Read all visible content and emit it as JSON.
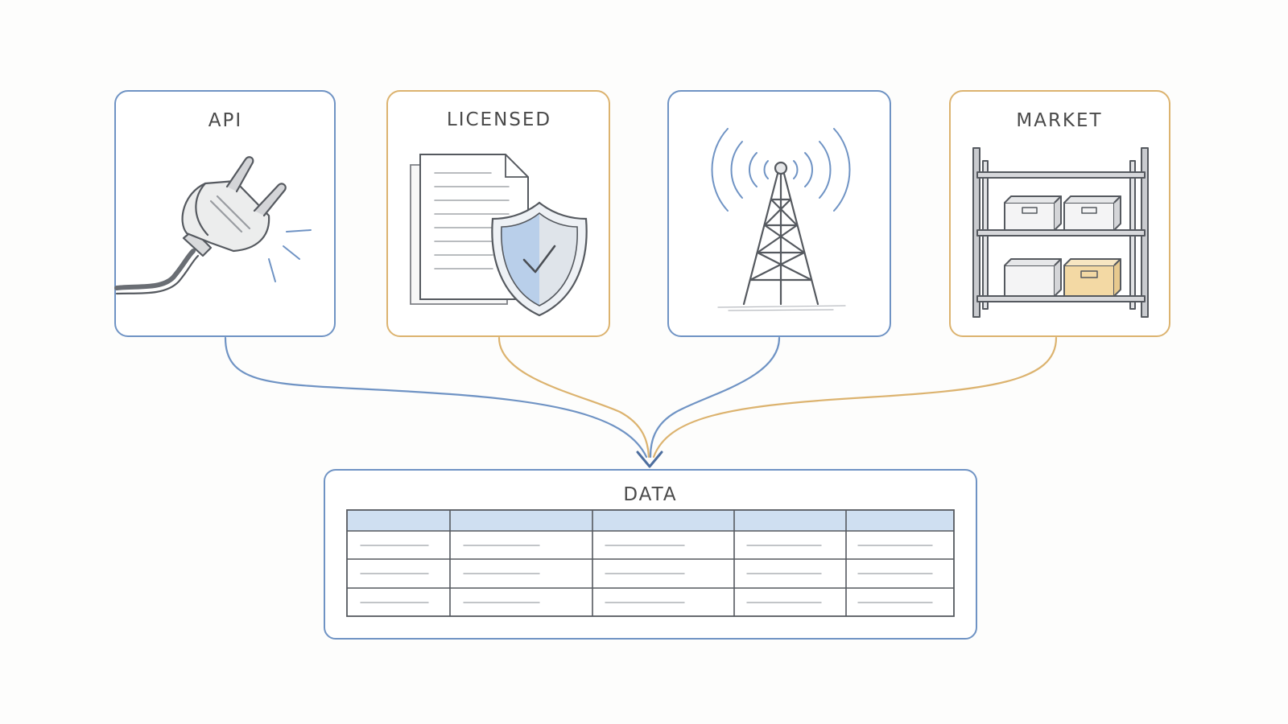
{
  "colors": {
    "blue": "#6f93c4",
    "gold": "#dcb36f",
    "ink": "#55595f",
    "arrow": "#4d6e9e",
    "header_fill": "#cfdff1",
    "box_fill": "#f3d9a4"
  },
  "sources": [
    {
      "id": "api",
      "label": "API",
      "icon": "plug-icon",
      "accent": "blue"
    },
    {
      "id": "licensed",
      "label": "LICENSED",
      "icon": "document-shield-icon",
      "accent": "gold"
    },
    {
      "id": "broadcast",
      "label": "",
      "icon": "radio-tower-icon",
      "accent": "blue"
    },
    {
      "id": "market",
      "label": "MARKET",
      "icon": "shelf-boxes-icon",
      "accent": "gold"
    }
  ],
  "target": {
    "label": "DATA",
    "icon": "table-icon",
    "columns": 5,
    "rows": 3
  }
}
